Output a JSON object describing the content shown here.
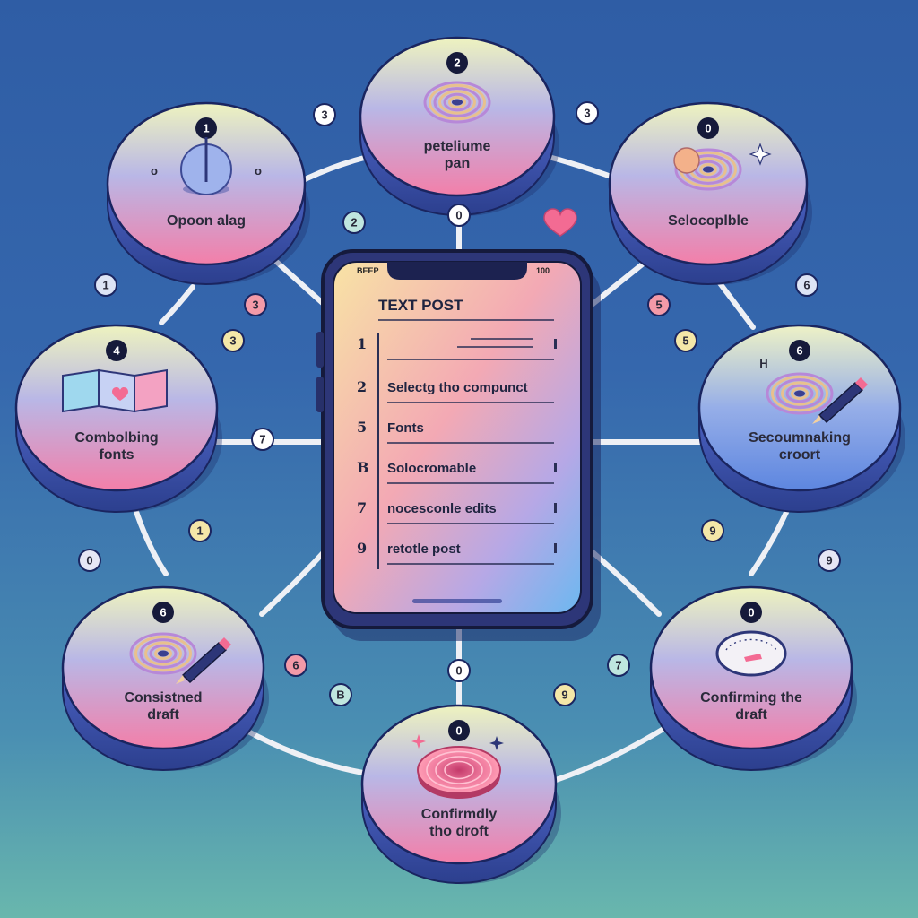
{
  "phone": {
    "status_left": "BEEP",
    "status_right": "100",
    "title": "TEXT POST",
    "rows": [
      {
        "num": "1",
        "text": ""
      },
      {
        "num": "2",
        "text": "Selectg tho compunct"
      },
      {
        "num": "5",
        "text": "Fonts"
      },
      {
        "num": "B",
        "text": "Solocromable"
      },
      {
        "num": "7",
        "text": "nocesconle edits"
      },
      {
        "num": "9",
        "text": "retotle post"
      }
    ]
  },
  "nodes": [
    {
      "id": "top-left",
      "badge": "1",
      "lines": [
        "Opoon alag"
      ],
      "icon": "toggle-knob-icon",
      "side_marks": [
        "o",
        "o"
      ]
    },
    {
      "id": "top",
      "badge": "2",
      "lines": [
        "peteliume",
        "pan"
      ],
      "icon": "spiral-coil-icon"
    },
    {
      "id": "top-right",
      "badge": "0",
      "lines": [
        "Selocoplble"
      ],
      "icon": "coil-with-ball-icon"
    },
    {
      "id": "left",
      "badge": "4",
      "lines": [
        "Combolbing",
        "fonts"
      ],
      "icon": "folded-cards-icon"
    },
    {
      "id": "right",
      "badge": "6",
      "lines": [
        "Secoumnaking",
        "croort"
      ],
      "icon": "coil-with-pencil-icon",
      "side_marks": [
        "H"
      ]
    },
    {
      "id": "bottom-left",
      "badge": "6",
      "lines": [
        "Consistned",
        "draft"
      ],
      "icon": "coil-with-pencil-icon"
    },
    {
      "id": "bottom",
      "badge": "0",
      "lines": [
        "Confirmdly",
        "tho droft"
      ],
      "icon": "pink-disc-icon"
    },
    {
      "id": "bottom-right",
      "badge": "0",
      "lines": [
        "Confirming the",
        "draft"
      ],
      "icon": "gauge-icon"
    }
  ],
  "floating_badges": [
    {
      "text": "3",
      "color": "#ffffff"
    },
    {
      "text": "3",
      "color": "#ffffff"
    },
    {
      "text": "2",
      "color": "#bfe6df"
    },
    {
      "text": "0",
      "color": "#ffffff"
    },
    {
      "text": "1",
      "color": "#dde4f5"
    },
    {
      "text": "3",
      "color": "#f39aa8"
    },
    {
      "text": "3",
      "color": "#f4e7a8"
    },
    {
      "text": "5",
      "color": "#f39aa8"
    },
    {
      "text": "5",
      "color": "#f4e7a8"
    },
    {
      "text": "6",
      "color": "#dde4f5"
    },
    {
      "text": "7",
      "color": "#ffffff"
    },
    {
      "text": "1",
      "color": "#f4e7a8"
    },
    {
      "text": "0",
      "color": "#e6e6f5"
    },
    {
      "text": "9",
      "color": "#f4e7a8"
    },
    {
      "text": "9",
      "color": "#e6e6f5"
    },
    {
      "text": "6",
      "color": "#f39aa8"
    },
    {
      "text": "B",
      "color": "#bfe6df"
    },
    {
      "text": "9",
      "color": "#f4e7a8"
    },
    {
      "text": "7",
      "color": "#bfe6df"
    },
    {
      "text": "0",
      "color": "#ffffff"
    }
  ]
}
